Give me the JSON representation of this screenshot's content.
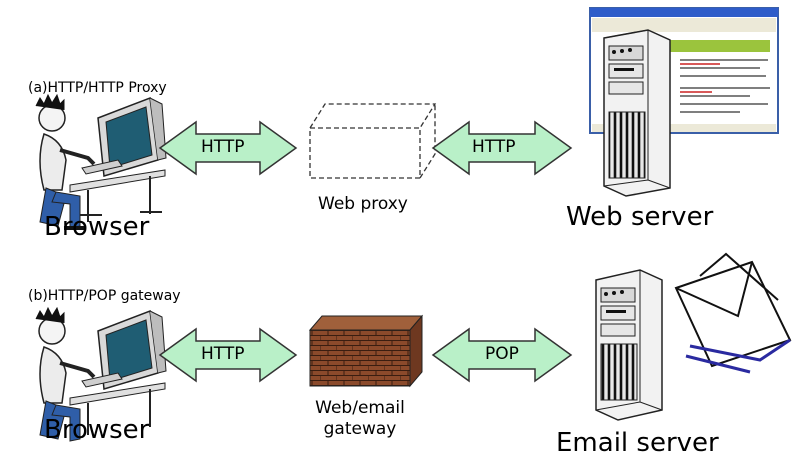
{
  "scenario_a": {
    "caption": "(a)HTTP/HTTP Proxy",
    "client_label": "Browser",
    "left_arrow_label": "HTTP",
    "middle_label": "Web proxy",
    "right_arrow_label": "HTTP",
    "server_label": "Web server"
  },
  "scenario_b": {
    "caption": "(b)HTTP/POP gateway",
    "client_label": "Browser",
    "left_arrow_label": "HTTP",
    "middle_label_line1": "Web/email",
    "middle_label_line2": "gateway",
    "right_arrow_label": "POP",
    "server_label": "Email server"
  },
  "colors": {
    "arrow_fill": "#b9f0c8",
    "arrow_stroke": "#333333",
    "brick": "#8b4a2b",
    "screen": "#1f5d73"
  }
}
